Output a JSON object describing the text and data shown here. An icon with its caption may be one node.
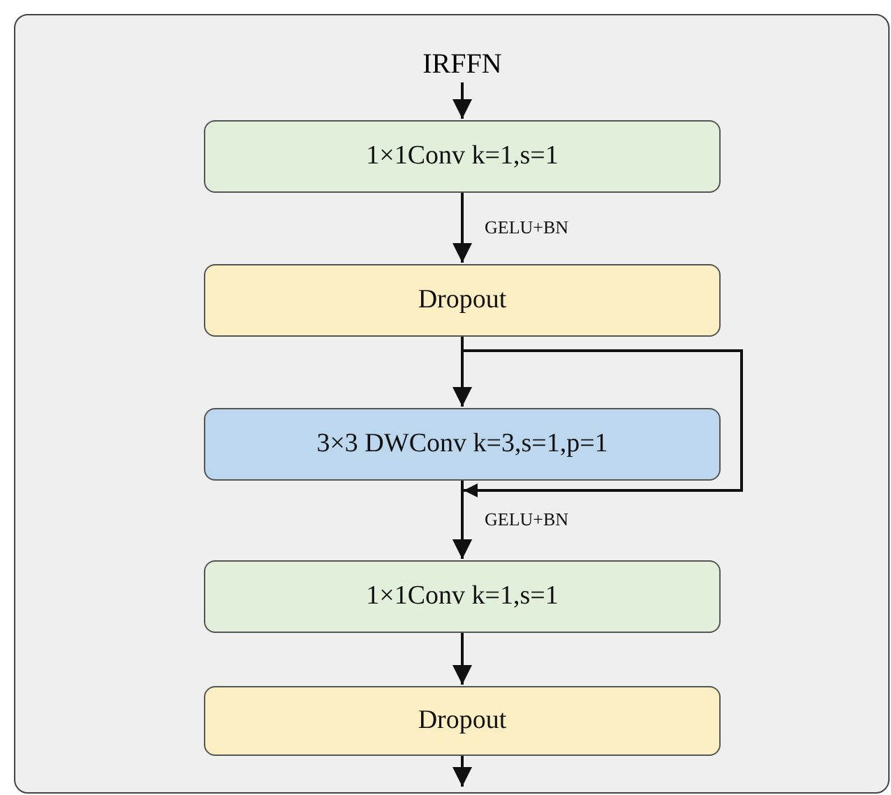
{
  "diagram": {
    "nodes": [
      {
        "text": [],
        "shape": "box"
      },
      {
        "text": [
          "IRFFN"
        ],
        "in": 0
      },
      {
        "text": [
          "1×1Conv k=1,s=1"
        ],
        "in": 0
      },
      {
        "text": [
          "Dropout"
        ],
        "in": 0
      },
      {
        "text": [
          "3×3 DWConv k=3,s=1,p=1"
        ],
        "in": 0
      },
      {
        "text": [
          "1×1Conv k=1,s=1"
        ],
        "in": 0
      },
      {
        "text": [
          "Dropout"
        ],
        "in": 0
      }
    ],
    "edges": [
      {
        "from": 1,
        "to": 2,
        "arrow": "to"
      },
      {
        "from": 2,
        "to": 3,
        "arrow": "to",
        "label": "GELU+BN"
      },
      {
        "from": 3,
        "to": 4,
        "arrow": "to"
      },
      {
        "from": 3,
        "to": 5,
        "arrow": "to"
      },
      {
        "from": 4,
        "to": 5,
        "arrow": "to",
        "label": "GELU+BN"
      },
      {
        "from": 5,
        "to": 6,
        "arrow": "to"
      },
      {
        "from": 6,
        "to": null,
        "arrow": "to"
      }
    ]
  }
}
